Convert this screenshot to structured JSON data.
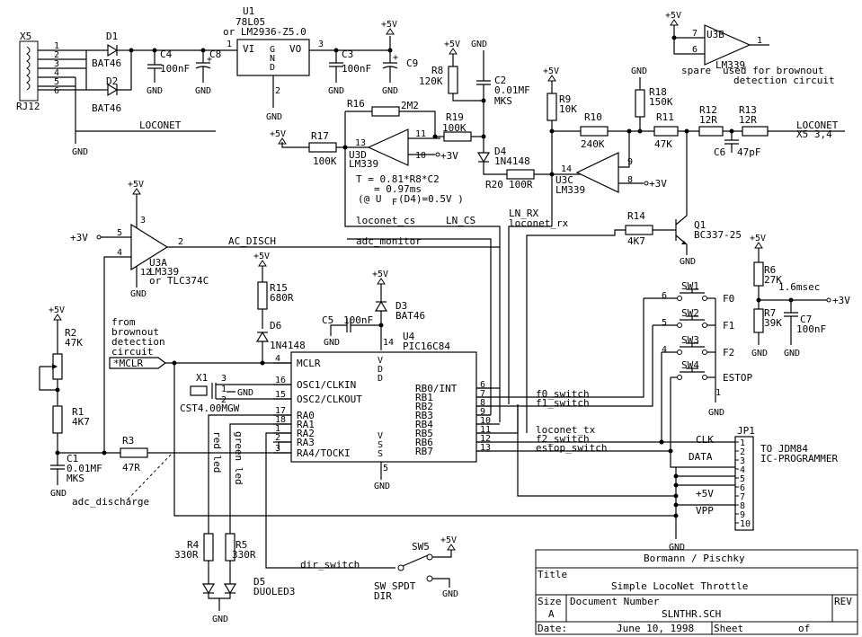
{
  "title_block": {
    "authors": "Bormann / Pischky",
    "title_label": "Title",
    "title": "Simple LocoNet Throttle",
    "size_label": "Size",
    "size": "A",
    "docnum_label": "Document Number",
    "docnum": "SLNTHR.SCH",
    "rev_label": "REV",
    "date_label": "Date:",
    "date": "June 10, 1998",
    "sheet_label": "Sheet",
    "of_label": "of"
  },
  "parts": {
    "x5": {
      "ref": "X5",
      "type": "RJ12",
      "pins": [
        "1",
        "2",
        "3",
        "4",
        "5",
        "6"
      ]
    },
    "d1": {
      "ref": "D1",
      "value": "BAT46"
    },
    "d2": {
      "ref": "D2",
      "value": "BAT46"
    },
    "c4": {
      "ref": "C4",
      "value": "100nF"
    },
    "c8": {
      "ref": "C8"
    },
    "u1": {
      "ref": "U1",
      "value": "78L05",
      "alt": "or LM2936-Z5.0",
      "vi": "VI",
      "vo": "VO",
      "gnd": "GND",
      "p1": "1",
      "p2": "2",
      "p3": "3"
    },
    "c3": {
      "ref": "C3",
      "value": "100nF"
    },
    "c9": {
      "ref": "C9"
    },
    "r8": {
      "ref": "R8",
      "value": "120K"
    },
    "c2": {
      "ref": "C2",
      "value": "0.01MF",
      "type": "MKS"
    },
    "r9": {
      "ref": "R9",
      "value": "10K"
    },
    "r18": {
      "ref": "R18",
      "value": "150K"
    },
    "u3b": {
      "ref": "U3B",
      "value": "LM339",
      "p7": "7",
      "p6": "6",
      "p1": "1",
      "spare": "spare",
      "note1": "used for brownout",
      "note2": "detection circuit"
    },
    "r16": {
      "ref": "R16",
      "value": "2M2"
    },
    "r19": {
      "ref": "R19",
      "value": "100K"
    },
    "r17": {
      "ref": "R17",
      "value": "100K"
    },
    "u3d": {
      "ref": "U3D",
      "value": "LM339",
      "p13": "13",
      "p11": "11",
      "p10": "10"
    },
    "d4": {
      "ref": "D4",
      "value": "1N4148"
    },
    "r20": {
      "ref": "R20",
      "value": "100R"
    },
    "r10": {
      "ref": "R10",
      "value": "240K"
    },
    "r11": {
      "ref": "R11",
      "value": "47K"
    },
    "r12": {
      "ref": "R12",
      "value": "12R"
    },
    "r13": {
      "ref": "R13",
      "value": "12R"
    },
    "c6": {
      "ref": "C6",
      "value": "47pF"
    },
    "u3c": {
      "ref": "U3C",
      "value": "LM339",
      "p14": "14",
      "p9": "9",
      "p8": "8"
    },
    "formula": {
      "l1": "T  = 0.81*R8*C2",
      "l2": "= 0.97ms",
      "l3": "(@ U",
      "l3sub": "F",
      "l3b": "(D4)=0.5V )"
    },
    "u3a": {
      "ref": "U3A",
      "value": "LM339",
      "alt": "or TLC374C",
      "p5": "5",
      "p4": "4",
      "p3": "3",
      "p12": "12",
      "p2": "2"
    },
    "q1": {
      "ref": "Q1",
      "value": "BC337-25"
    },
    "r14": {
      "ref": "R14",
      "value": "4K7"
    },
    "r15": {
      "ref": "R15",
      "value": "680R"
    },
    "d6": {
      "ref": "D6",
      "value": "1N4148"
    },
    "d3": {
      "ref": "D3",
      "value": "BAT46"
    },
    "c5": {
      "ref": "C5",
      "value": "100nF"
    },
    "r2": {
      "ref": "R2",
      "value": "47K"
    },
    "r1": {
      "ref": "R1",
      "value": "4K7"
    },
    "c1": {
      "ref": "C1",
      "value": "0.01MF",
      "type": "MKS"
    },
    "r3": {
      "ref": "R3",
      "value": "47R"
    },
    "x1": {
      "ref": "X1",
      "value": "CST4.00MGW",
      "p3": "3",
      "p1": "1",
      "p2": "2"
    },
    "u4": {
      "ref": "U4",
      "value": "PIC16C84",
      "left_pins": [
        {
          "num": "4",
          "name": "MCLR"
        },
        {
          "num": "16",
          "name": "OSC1/CLKIN"
        },
        {
          "num": "15",
          "name": "OSC2/CLKOUT"
        },
        {
          "num": "17",
          "name": "RA0"
        },
        {
          "num": "18",
          "name": "RA1"
        },
        {
          "num": "1",
          "name": "RA2"
        },
        {
          "num": "2",
          "name": "RA3"
        },
        {
          "num": "3",
          "name": "RA4/TOCKI"
        }
      ],
      "right_pins": [
        {
          "num": "6",
          "name": "RB0/INT"
        },
        {
          "num": "7",
          "name": "RB1"
        },
        {
          "num": "8",
          "name": "RB2"
        },
        {
          "num": "9",
          "name": "RB3"
        },
        {
          "num": "10",
          "name": "RB4"
        },
        {
          "num": "11",
          "name": "RB5"
        },
        {
          "num": "12",
          "name": "RB6"
        },
        {
          "num": "13",
          "name": "RB7"
        }
      ],
      "vdd": "VDD",
      "vss": "VSS",
      "p14": "14",
      "p5": "5"
    },
    "r6": {
      "ref": "R6",
      "value": "27K"
    },
    "r7": {
      "ref": "R7",
      "value": "39K"
    },
    "c7": {
      "ref": "C7",
      "value": "100nF"
    },
    "timing": "1.6msec",
    "sw1": {
      "ref": "SW1",
      "label": "F0",
      "pin": "6"
    },
    "sw2": {
      "ref": "SW2",
      "label": "F1",
      "pin": "5"
    },
    "sw3": {
      "ref": "SW3",
      "label": "F2",
      "pin": "4"
    },
    "sw4": {
      "ref": "SW4",
      "label": "ESTOP",
      "pin": "1"
    },
    "jp1": {
      "ref": "JP1",
      "pins": [
        "1",
        "2",
        "3",
        "4",
        "5",
        "6",
        "7",
        "8",
        "9",
        "10"
      ],
      "clk": "CLK",
      "data": "DATA",
      "p5v": "+5V",
      "vpp": "VPP",
      "note1": "TO JDM84",
      "note2": "IC-PROGRAMMER"
    },
    "r4": {
      "ref": "R4",
      "value": "330R"
    },
    "r5": {
      "ref": "R5",
      "value": "330R"
    },
    "d5": {
      "ref": "D5",
      "value": "DUOLED3",
      "red": "red led",
      "green": "green led"
    },
    "sw5": {
      "ref": "SW5",
      "value": "SW SPDT",
      "label": "DIR"
    }
  },
  "nets": {
    "loconet": "LOCONET",
    "loconet_x5": "X5 3,4",
    "ac_disch": "AC_DISCH",
    "adc_monitor": "adc_monitor",
    "loconet_cs": "loconet_cs",
    "ln_cs": "LN_CS",
    "ln_rx": "LN_RX",
    "loconet_rx": "loconet_rx",
    "loconet_tx": "loconet_tx",
    "f0_switch": "f0_switch",
    "f1_switch": "f1_switch",
    "f2_switch": "f2_switch",
    "estop_switch": "estop_switch",
    "dir_switch": "dir_switch",
    "adc_discharge": "adc_discharge",
    "mclr": "*MCLR",
    "from1": "from",
    "from2": "brownout",
    "from3": "detection",
    "from4": "circuit",
    "p5v": "+5V",
    "p3v": "+3V",
    "gnd": "GND"
  }
}
